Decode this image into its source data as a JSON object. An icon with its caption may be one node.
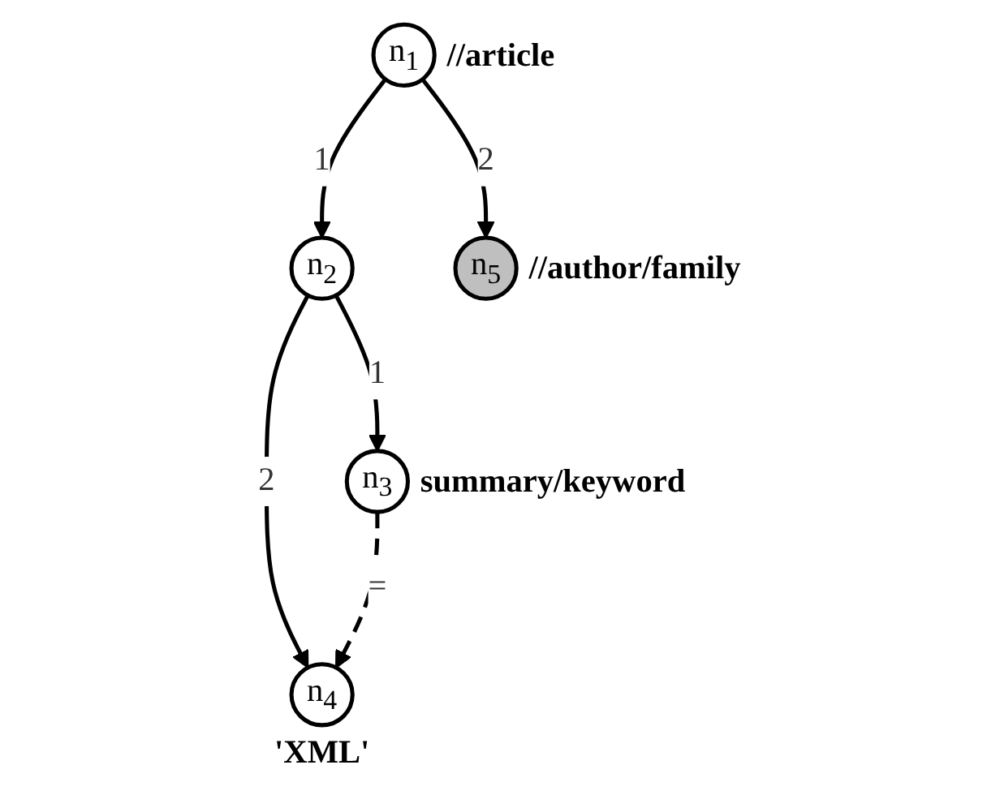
{
  "diagram": {
    "nodes": [
      {
        "text": [
          "n$_{1}$"
        ],
        "beside": [
          "//article"
        ]
      },
      {
        "text": [
          "n$_{2}$"
        ]
      },
      {
        "text": [
          "n$_{3}$"
        ],
        "beside": [
          "summary/keyword"
        ]
      },
      {
        "text": [
          "n$_{4}$"
        ],
        "beside": [
          "'XML'"
        ]
      },
      {
        "text": [
          "n$_{5}$"
        ],
        "beside": [
          "//author/family"
        ]
      }
    ],
    "edges": [
      {
        "from": 0,
        "to": 1,
        "arrow": "to",
        "label": "1"
      },
      {
        "from": 0,
        "to": 4,
        "arrow": "to",
        "label": "2"
      },
      {
        "from": 1,
        "to": 2,
        "arrow": "to",
        "label": "1"
      },
      {
        "from": 1,
        "to": 3,
        "arrow": "to",
        "label": "2"
      },
      {
        "from": 2,
        "to": 3,
        "arrow": "to",
        "label": "=",
        "style": "dashed"
      }
    ]
  }
}
